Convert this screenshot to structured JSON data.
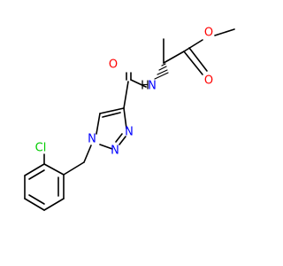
{
  "molecule": {
    "colors": {
      "bond": "#000000",
      "oxygen": "#ff0000",
      "nitrogen": "#0000ff",
      "chlorine": "#00cc00",
      "hydrogen_label": "#000000",
      "background": "#ffffff"
    },
    "labels": {
      "o_ester_single": "O",
      "o_ester_double": "O",
      "o_amide": "O",
      "n_amide": "N",
      "h_amide": "H",
      "n1": "N",
      "n2": "N",
      "n3": "N",
      "cl": "Cl"
    }
  }
}
